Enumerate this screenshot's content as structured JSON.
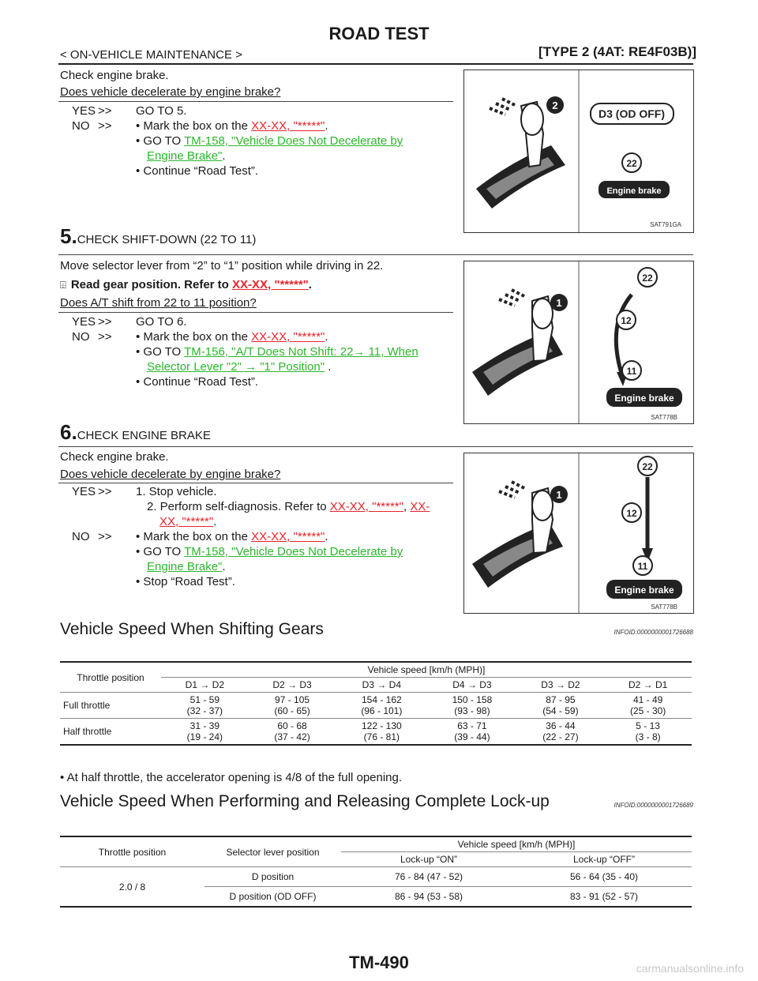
{
  "header": {
    "title": "ROAD TEST",
    "left": "< ON-VEHICLE MAINTENANCE >",
    "right": "[TYPE 2 (4AT: RE4F03B)]"
  },
  "step4": {
    "line1": "Check engine brake.",
    "question": "Does vehicle decelerate by engine brake?",
    "yes_label": "YES",
    "yes_arrow": ">>",
    "yes_text": "GO TO 5.",
    "no_label": "NO",
    "no_arrow": ">>",
    "no_b1_text": "• Mark the box on the ",
    "no_b1_link": "XX-XX, \"*****\"",
    "no_b2_text": "• GO TO ",
    "no_b2_link_a": "TM-158, \"Vehicle Does Not Decelerate by",
    "no_b2_link_b": "Engine Brake\"",
    "no_b3": "• Continue “Road Test”.",
    "fig_caption": "SAT791GA"
  },
  "step5": {
    "num": "5.",
    "heading": "CHECK SHIFT-DOWN (22 TO 11)",
    "line1": "Move selector lever from “2” to “1” position while driving in 22.",
    "read_text": "Read gear position. Refer to ",
    "read_link": "XX-XX, \"*****\"",
    "question": "Does A/T shift from 22 to 11 position?",
    "yes_label": "YES",
    "yes_arrow": ">>",
    "yes_text": "GO TO 6.",
    "no_label": "NO",
    "no_arrow": ">>",
    "no_b1_text": "• Mark the box on the ",
    "no_b1_link": "XX-XX, \"*****\"",
    "no_b2_text": "• GO TO ",
    "no_b2_link_a": "TM-156, \"A/T Does Not Shift: 22→ 11, When",
    "no_b2_link_b": "Selector Lever \"2\" → \"1\" Position\"",
    "no_b3": "• Continue “Road Test”.",
    "fig_caption": "SAT778B"
  },
  "step6": {
    "num": "6.",
    "heading": "CHECK ENGINE BRAKE",
    "line1": "Check engine brake.",
    "question": "Does vehicle decelerate by engine brake?",
    "yes_label": "YES",
    "yes_arrow": ">>",
    "yes_1": "1. Stop vehicle.",
    "yes_2_text": "2. Perform self-diagnosis. Refer to ",
    "yes_2_link_a": "XX-XX, \"*****\"",
    "yes_2_link_b": "XX-",
    "yes_2_link_c": "XX, \"*****\"",
    "no_label": "NO",
    "no_arrow": ">>",
    "no_b1_text": "• Mark the box on the ",
    "no_b1_link": "XX-XX, \"*****\"",
    "no_b2_text": "• GO TO ",
    "no_b2_link_a": "TM-158, \"Vehicle Does Not Decelerate by",
    "no_b2_link_b": "Engine Brake\"",
    "no_b3": "• Stop “Road Test”.",
    "fig_caption": "SAT778B"
  },
  "figures": {
    "fig1": {
      "circle": "2",
      "box1": "D3 (OD OFF)",
      "gear": "22",
      "brake": "Engine brake"
    },
    "fig2": {
      "circle": "1",
      "gear_top": "22",
      "gear_mid": "12",
      "gear_bot": "11",
      "brake": "Engine brake"
    }
  },
  "section1": {
    "title": "Vehicle Speed When Shifting Gears",
    "info": "INFOID:0000000001726688",
    "table": {
      "h_throttle": "Throttle position",
      "h_speed": "Vehicle speed [km/h (MPH)]",
      "cols": [
        "D1 → D2",
        "D2 → D3",
        "D3 → D4",
        "D4 → D3",
        "D3 → D2",
        "D2 → D1"
      ],
      "rows": [
        {
          "label": "Full throttle",
          "cells": [
            [
              "51 - 59",
              "(32 - 37)"
            ],
            [
              "97 - 105",
              "(60 - 65)"
            ],
            [
              "154 - 162",
              "(96 - 101)"
            ],
            [
              "150 - 158",
              "(93 - 98)"
            ],
            [
              "87 - 95",
              "(54 - 59)"
            ],
            [
              "41 - 49",
              "(25 - 30)"
            ]
          ]
        },
        {
          "label": "Half throttle",
          "cells": [
            [
              "31 - 39",
              "(19 - 24)"
            ],
            [
              "60 - 68",
              "(37 - 42)"
            ],
            [
              "122 - 130",
              "(76 - 81)"
            ],
            [
              "63 - 71",
              "(39 - 44)"
            ],
            [
              "36 - 44",
              "(22 - 27)"
            ],
            [
              "5 - 13",
              "(3 - 8)"
            ]
          ]
        }
      ]
    },
    "note": "• At half throttle, the accelerator opening is 4/8 of the full opening."
  },
  "section2": {
    "title": "Vehicle Speed When Performing and Releasing Complete Lock-up",
    "info": "INFOID:0000000001726689",
    "table": {
      "h_throttle": "Throttle position",
      "h_selector": "Selector lever position",
      "h_speed": "Vehicle speed [km/h (MPH)]",
      "h_on": "Lock-up “ON”",
      "h_off": "Lock-up “OFF”",
      "throttle": "2.0 / 8",
      "rows": [
        {
          "pos": "D position",
          "on": "76 - 84 (47 - 52)",
          "off": "56 - 64 (35 - 40)"
        },
        {
          "pos": "D position (OD OFF)",
          "on": "86 - 94 (53 - 58)",
          "off": "83 - 91 (52 - 57)"
        }
      ]
    }
  },
  "footer": {
    "page": "TM-490",
    "watermark": "carmanualsonline.info"
  }
}
